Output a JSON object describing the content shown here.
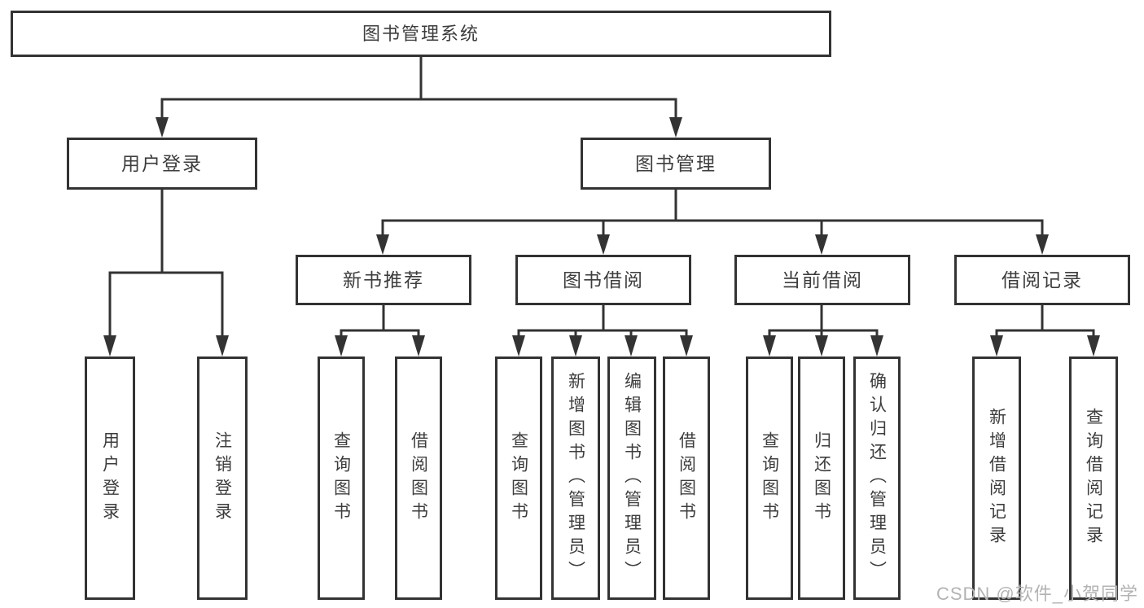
{
  "tree": {
    "root": "图书管理系统",
    "user_login": {
      "label": "用户登录",
      "children": [
        "用户登录",
        "注销登录"
      ]
    },
    "book_management": {
      "label": "图书管理",
      "sections": [
        {
          "label": "新书推荐",
          "children": [
            "查询图书",
            "借阅图书"
          ]
        },
        {
          "label": "图书借阅",
          "children": [
            "查询图书",
            "新增图书（管理员）",
            "编辑图书（管理员）",
            "借阅图书"
          ]
        },
        {
          "label": "当前借阅",
          "children": [
            "查询图书",
            "归还图书",
            "确认归还（管理员）"
          ]
        },
        {
          "label": "借阅记录",
          "children": [
            "新增借阅记录",
            "查询借阅记录"
          ]
        }
      ]
    }
  },
  "watermark": "CSDN @软件_小贺同学",
  "colors": {
    "line": "#333333",
    "box_border": "#333333",
    "text": "#3d3d3d",
    "watermark_text": "#b3b3b3",
    "background": "#ffffff"
  }
}
